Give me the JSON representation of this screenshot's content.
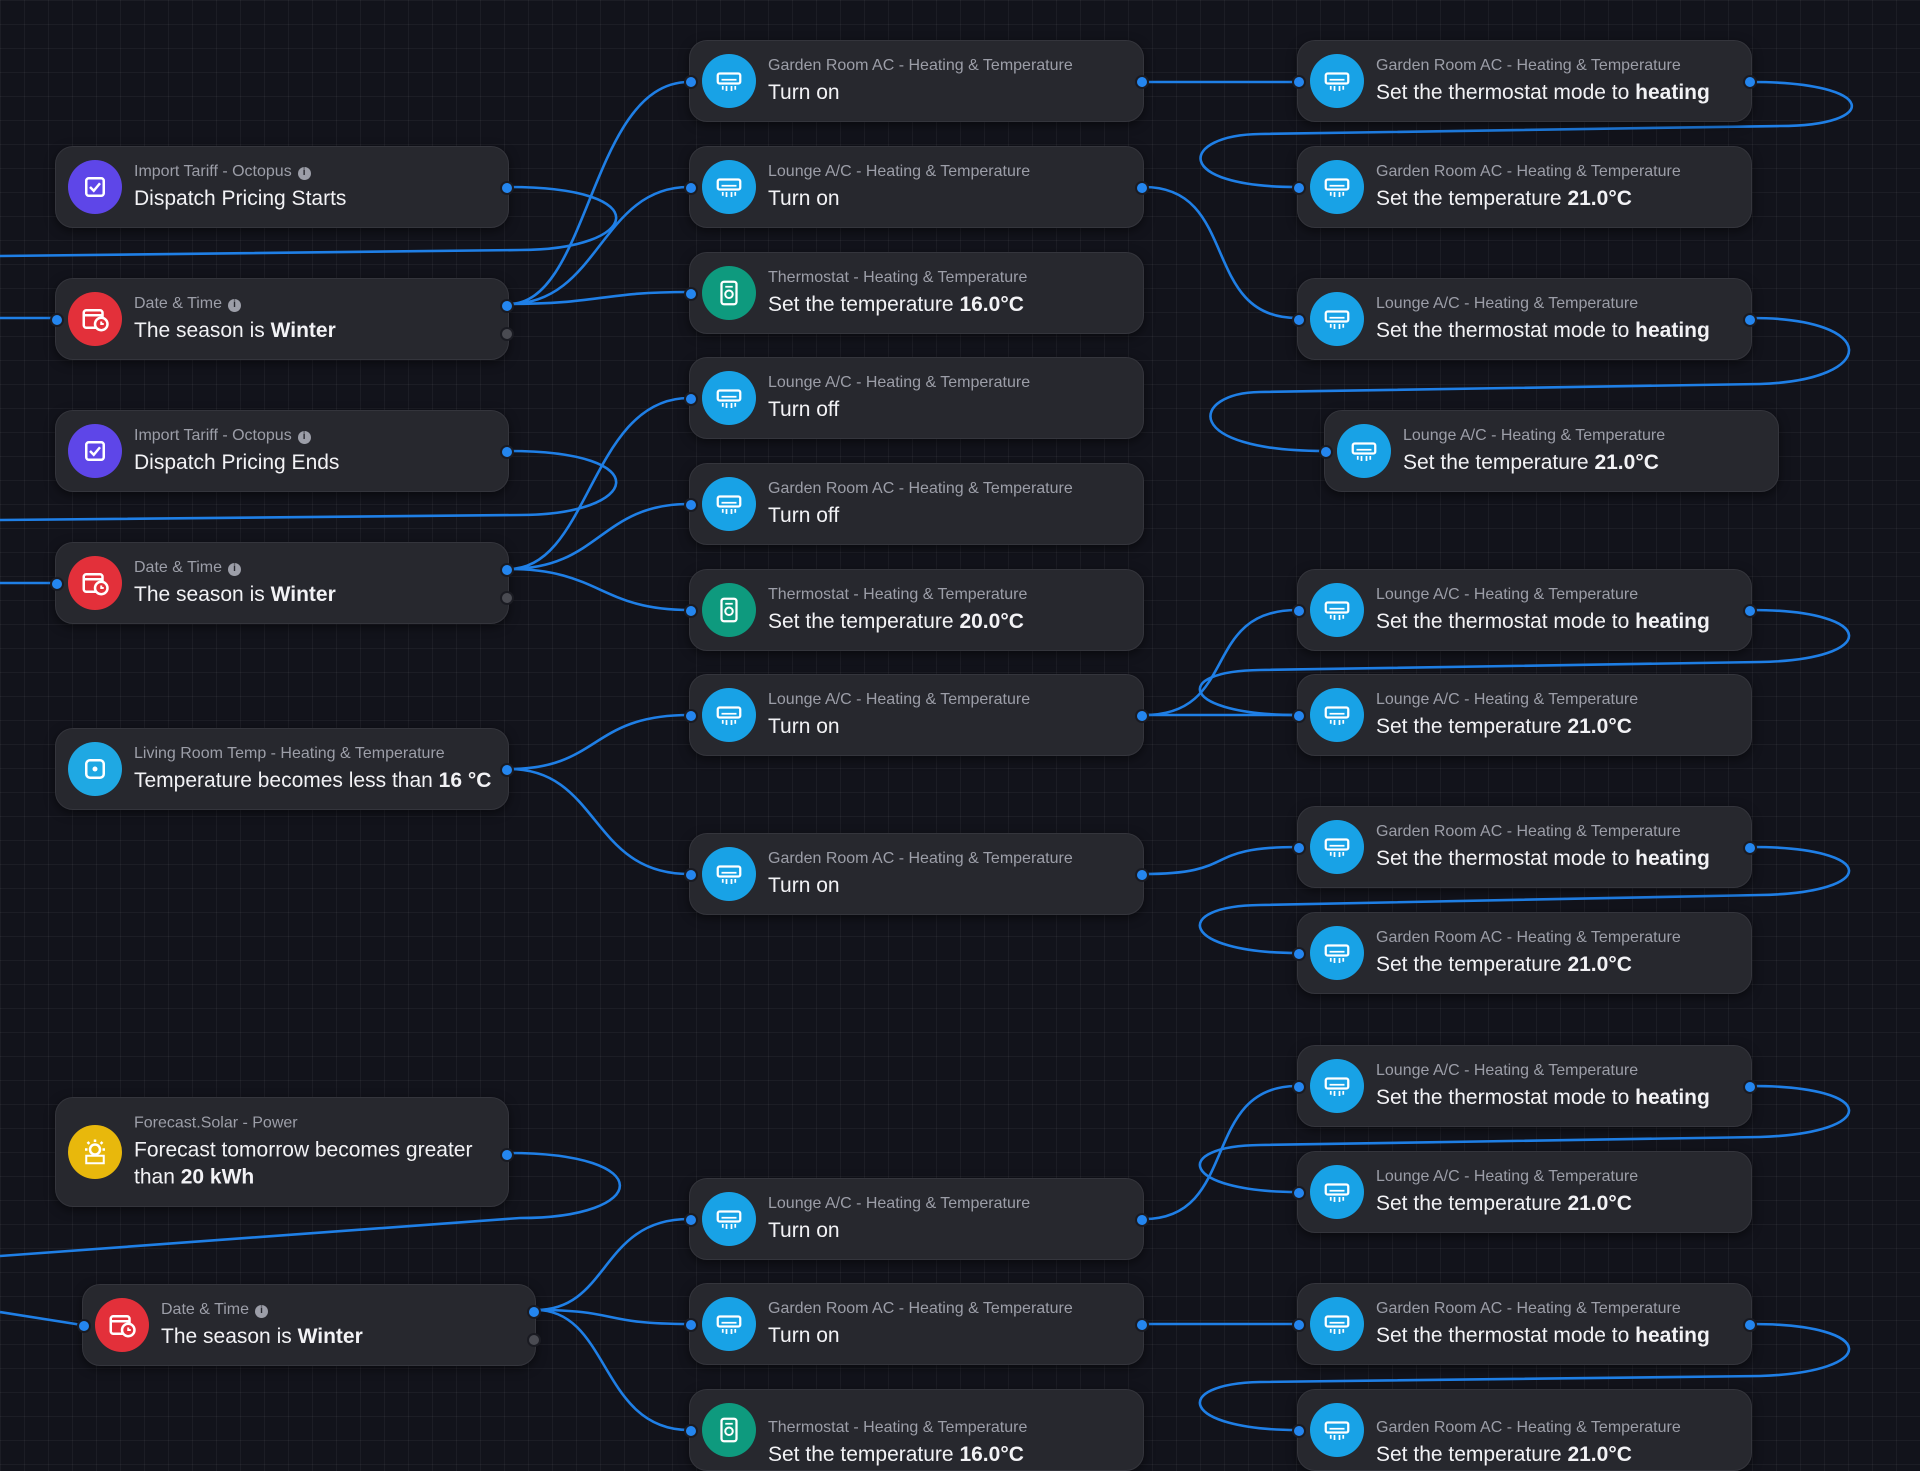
{
  "triggers": {
    "t1": {
      "source": "Import Tariff - Octopus",
      "text": "Dispatch Pricing Starts"
    },
    "t2": {
      "source": "Date & Time",
      "text_prefix": "The season is",
      "value": "Winter"
    },
    "t3": {
      "source": "Import Tariff - Octopus",
      "text": "Dispatch Pricing Ends"
    },
    "t4": {
      "source": "Date & Time",
      "text_prefix": "The season is",
      "value": "Winter"
    },
    "t5": {
      "source": "Living Room Temp - Heating & Temperature",
      "text_prefix": "Temperature becomes less than",
      "value": "16 °C"
    },
    "t6": {
      "source": "Forecast.Solar - Power",
      "text_prefix": "Forecast tomorrow becomes greater than",
      "value": "20 kWh"
    },
    "t7": {
      "source": "Date & Time",
      "text_prefix": "The season is",
      "value": "Winter"
    }
  },
  "actions": {
    "a1": {
      "device": "Garden Room AC - Heating & Temperature",
      "text": "Turn on"
    },
    "a2": {
      "device": "Lounge A/C - Heating & Temperature",
      "text": "Turn on"
    },
    "a3": {
      "device": "Thermostat - Heating & Temperature",
      "text_prefix": "Set the temperature",
      "value": "16.0°C"
    },
    "a4": {
      "device": "Lounge A/C - Heating & Temperature",
      "text": "Turn off"
    },
    "a5": {
      "device": "Garden Room AC - Heating & Temperature",
      "text": "Turn off"
    },
    "a6": {
      "device": "Thermostat - Heating & Temperature",
      "text_prefix": "Set the temperature",
      "value": "20.0°C"
    },
    "a7": {
      "device": "Lounge A/C - Heating & Temperature",
      "text": "Turn on"
    },
    "a8": {
      "device": "Garden Room AC - Heating & Temperature",
      "text": "Turn on"
    },
    "a9": {
      "device": "Lounge A/C - Heating & Temperature",
      "text": "Turn on"
    },
    "a10": {
      "device": "Garden Room AC - Heating & Temperature",
      "text": "Turn on"
    },
    "a11": {
      "device": "Thermostat - Heating & Temperature",
      "text_prefix": "Set the temperature",
      "value": "16.0°C"
    }
  },
  "followups": {
    "c1": {
      "device": "Garden Room AC - Heating & Temperature",
      "text_prefix": "Set the thermostat mode to",
      "value": "heating"
    },
    "c2": {
      "device": "Garden Room AC - Heating & Temperature",
      "text_prefix": "Set the temperature",
      "value": "21.0°C"
    },
    "c3": {
      "device": "Lounge A/C - Heating & Temperature",
      "text_prefix": "Set the thermostat mode to",
      "value": "heating"
    },
    "c4": {
      "device": "Lounge A/C - Heating & Temperature",
      "text_prefix": "Set the temperature",
      "value": "21.0°C"
    },
    "c5": {
      "device": "Lounge A/C - Heating & Temperature",
      "text_prefix": "Set the thermostat mode to",
      "value": "heating"
    },
    "c6": {
      "device": "Lounge A/C - Heating & Temperature",
      "text_prefix": "Set the temperature",
      "value": "21.0°C"
    },
    "c7": {
      "device": "Garden Room AC - Heating & Temperature",
      "text_prefix": "Set the thermostat mode to",
      "value": "heating"
    },
    "c8": {
      "device": "Garden Room AC - Heating & Temperature",
      "text_prefix": "Set the temperature",
      "value": "21.0°C"
    },
    "c9": {
      "device": "Lounge A/C - Heating & Temperature",
      "text_prefix": "Set the thermostat mode to",
      "value": "heating"
    },
    "c10": {
      "device": "Lounge A/C - Heating & Temperature",
      "text_prefix": "Set the temperature",
      "value": "21.0°C"
    },
    "c11": {
      "device": "Garden Room AC - Heating & Temperature",
      "text_prefix": "Set the thermostat mode to",
      "value": "heating"
    },
    "c12": {
      "device": "Garden Room AC - Heating & Temperature",
      "text_prefix": "Set the temperature",
      "value": "21.0°C"
    }
  },
  "info_glyph": "i",
  "colors": {
    "wire": "#1f7fe6",
    "ac": "#18a2e6",
    "thermostat": "#0e9a7e",
    "tariff": "#5e46e8",
    "date": "#e3303a",
    "solar": "#e8b80c"
  },
  "icons": {
    "ac": "air-conditioner-icon",
    "thermostat": "thermostat-icon",
    "tariff": "import-tariff-icon",
    "date": "calendar-clock-icon",
    "temp": "temperature-sensor-icon",
    "solar": "solar-forecast-icon"
  }
}
